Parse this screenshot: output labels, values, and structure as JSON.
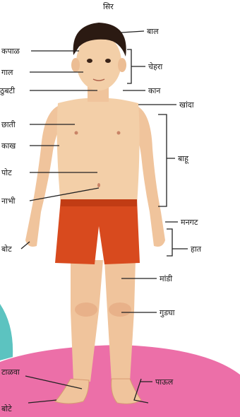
{
  "labels": {
    "head": "सिर",
    "hair": "बाल",
    "forehead": "कपाळ",
    "face": "चेहरा",
    "cheek": "गाल",
    "chin": "ठुबटी",
    "ear": "कान",
    "shoulder": "खांदा",
    "chest": "छाती",
    "armpit": "काख",
    "arm": "बाहू",
    "stomach": "पोट",
    "navel": "नाभी",
    "wrist": "मनगट",
    "hand": "हात",
    "finger": "बोट",
    "thigh": "मांडी",
    "knee": "गुडघा",
    "heel": "टाळवा",
    "foot": "पाऊल",
    "toe": "बोटे"
  },
  "colors": {
    "ground": "#ec6fa8",
    "teal": "#5cc3c0",
    "skin": "#f3cfa8",
    "skin_shadow": "#e2a97f",
    "hair": "#2b1a12",
    "shorts": "#d84a1e",
    "leader_line": "#222222"
  }
}
